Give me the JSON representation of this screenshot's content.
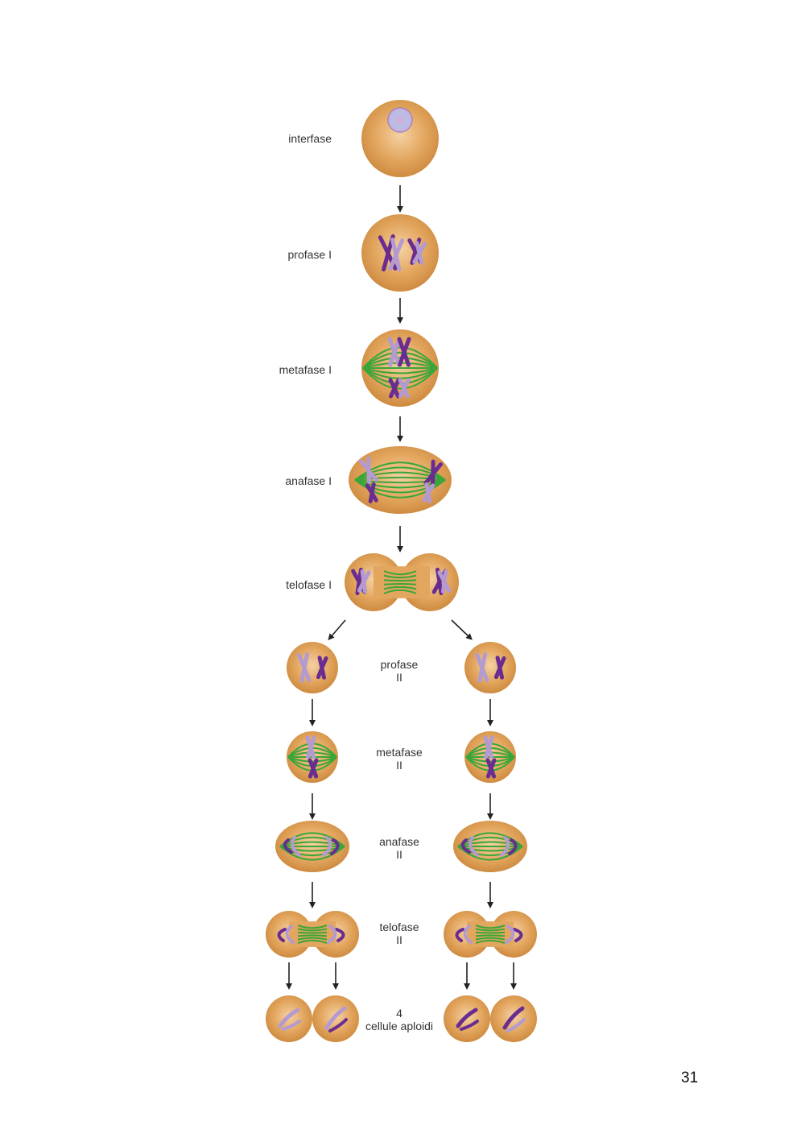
{
  "stages": {
    "interfase": "interfase",
    "profase1": "profase I",
    "metafase1": "metafase I",
    "anafase1": "anafase I",
    "telofase1": "telofase I",
    "profase2": [
      "profase",
      "II"
    ],
    "metafase2": [
      "metafase",
      "II"
    ],
    "anafase2": [
      "anafase",
      "II"
    ],
    "telofase2": [
      "telofase",
      "II"
    ],
    "result": [
      "4",
      "cellule aploidi"
    ]
  },
  "page_number": "31",
  "colors": {
    "cell": "#e3a65e",
    "cell_edge": "#c9853a",
    "chromosome_dark": "#6a2c91",
    "chromosome_light": "#b39ad1",
    "spindle": "#3aa63a",
    "nucleus": "#a8c8ee",
    "arrow": "#222222"
  }
}
